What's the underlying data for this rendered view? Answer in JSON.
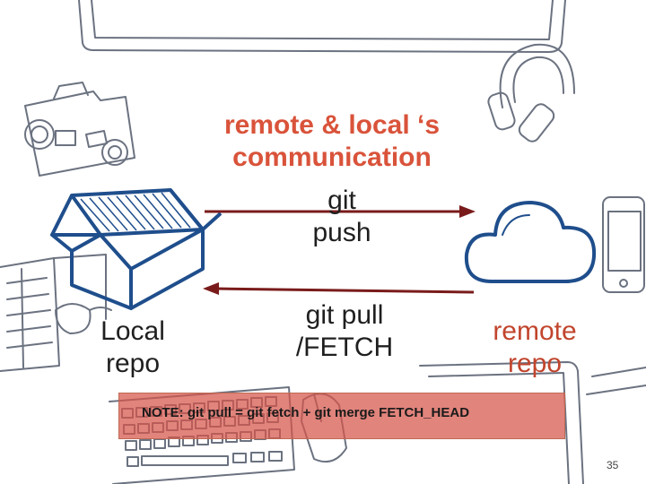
{
  "slide": {
    "title": "remote & local ‘s\ncommunication",
    "push_label": "git\npush",
    "pull_label": "git pull\n/FETCH",
    "local_label": "Local\nrepo",
    "remote_label": "remote\nrepo",
    "note": "NOTE: git pull = git fetch + git merge FETCH_HEAD",
    "page_number": "35"
  },
  "colors": {
    "title": "#d9533a",
    "arrow": "#7a1b1b",
    "box_icon": "#1f4e8c",
    "note_background": "#d6544a",
    "sketch": "#6b7280"
  },
  "icons": [
    "box-icon",
    "cloud-icon",
    "monitor-sketch",
    "camera-sketch",
    "headphones-sketch",
    "phone-sketch",
    "notebook-sketch",
    "glasses-sketch",
    "keyboard-sketch",
    "mouse-sketch",
    "tablet-sketch"
  ]
}
